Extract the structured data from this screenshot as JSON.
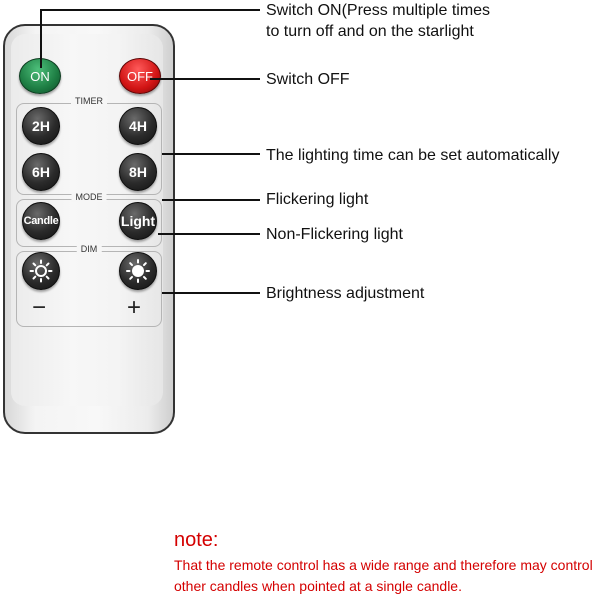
{
  "remote": {
    "buttons": {
      "on": "ON",
      "off": "OFF",
      "timer_2h": "2H",
      "timer_4h": "4H",
      "timer_6h": "6H",
      "timer_8h": "8H",
      "candle": "Candle",
      "light": "Light",
      "dim_minus_symbol": "−",
      "dim_plus_symbol": "+"
    },
    "sections": {
      "timer": "TIMER",
      "mode": "MODE",
      "dim": "DIM"
    },
    "icons": {
      "dim_down": "sun-outline-icon",
      "dim_up": "sun-filled-icon"
    },
    "colors": {
      "on_button": "#1d7d43",
      "off_button": "#d11414",
      "dark_button": "#1a1a1a",
      "note_text": "#d40000"
    }
  },
  "callouts": {
    "switch_on_line1": "Switch ON(Press multiple times",
    "switch_on_line2": "to turn off and on the starlight",
    "switch_off": "Switch OFF",
    "lighting_time": "The lighting time can be set automatically",
    "flickering": "Flickering light",
    "non_flickering": "Non-Flickering light",
    "brightness": "Brightness adjustment"
  },
  "note": {
    "title": "note:",
    "text": "That the remote control has a wide range and therefore may control other candles when pointed at a single candle."
  }
}
